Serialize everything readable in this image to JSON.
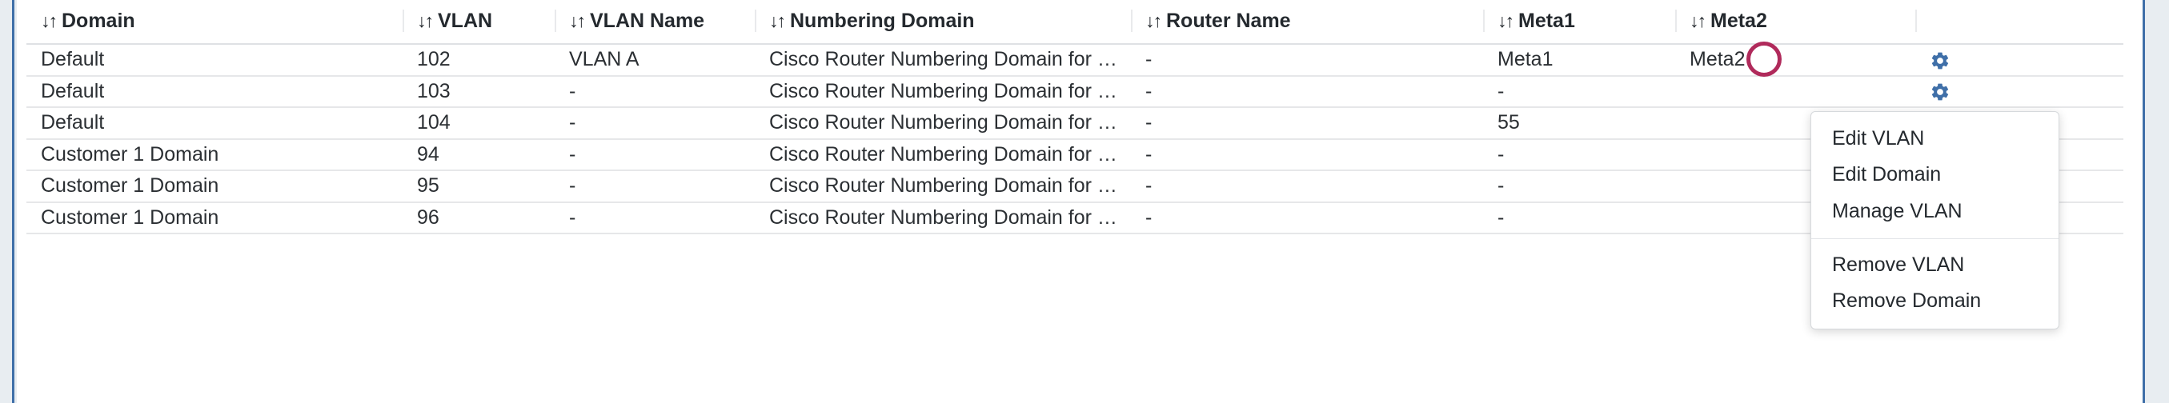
{
  "table": {
    "columns": [
      {
        "key": "domain",
        "label": "Domain",
        "sort_icon": "sort-updown-icon",
        "sortable": true
      },
      {
        "key": "vlan",
        "label": "VLAN",
        "sort_icon": "sort-updown-icon",
        "sortable": true
      },
      {
        "key": "vlan_name",
        "label": "VLAN Name",
        "sort_icon": "sort-updown-icon",
        "sortable": true
      },
      {
        "key": "numbering_domain",
        "label": "Numbering Domain",
        "sort_icon": "sort-updown-icon",
        "sortable": true
      },
      {
        "key": "router_name",
        "label": "Router Name",
        "sort_icon": "sort-updown-icon",
        "sortable": true
      },
      {
        "key": "meta1",
        "label": "Meta1",
        "sort_icon": "sort-updown-icon",
        "sortable": true
      },
      {
        "key": "meta2",
        "label": "Meta2",
        "sort_icon": "sort-updown-icon",
        "sortable": true
      },
      {
        "key": "actions",
        "label": "",
        "sort_icon": "",
        "sortable": false
      }
    ],
    "sort_glyph": "↓↑",
    "rows": [
      {
        "domain": "Default",
        "vlan": "102",
        "vlan_name": "VLAN A",
        "numbering_domain": "Cisco Router Numbering Domain for …",
        "router_name": "-",
        "meta1": "Meta1",
        "meta2": "Meta2",
        "action_icon": "gear-icon"
      },
      {
        "domain": "Default",
        "vlan": "103",
        "vlan_name": "-",
        "numbering_domain": "Cisco Router Numbering Domain for …",
        "router_name": "-",
        "meta1": "-",
        "meta2": "",
        "action_icon": "gear-icon"
      },
      {
        "domain": "Default",
        "vlan": "104",
        "vlan_name": "-",
        "numbering_domain": "Cisco Router Numbering Domain for …",
        "router_name": "-",
        "meta1": "55",
        "meta2": "",
        "action_icon": "gear-icon"
      },
      {
        "domain": "Customer 1 Domain",
        "vlan": "94",
        "vlan_name": "-",
        "numbering_domain": "Cisco Router Numbering Domain for …",
        "router_name": "-",
        "meta1": "-",
        "meta2": "",
        "action_icon": "gear-icon"
      },
      {
        "domain": "Customer 1 Domain",
        "vlan": "95",
        "vlan_name": "-",
        "numbering_domain": "Cisco Router Numbering Domain for …",
        "router_name": "-",
        "meta1": "-",
        "meta2": "",
        "action_icon": "gear-icon"
      },
      {
        "domain": "Customer 1 Domain",
        "vlan": "96",
        "vlan_name": "-",
        "numbering_domain": "Cisco Router Numbering Domain for …",
        "router_name": "-",
        "meta1": "-",
        "meta2": "",
        "action_icon": "gear-icon"
      }
    ]
  },
  "context_menu": {
    "groups": [
      {
        "items": [
          {
            "label": "Edit VLAN"
          },
          {
            "label": "Edit Domain"
          },
          {
            "label": "Manage VLAN"
          }
        ]
      },
      {
        "items": [
          {
            "label": "Remove VLAN"
          },
          {
            "label": "Remove Domain"
          }
        ]
      }
    ]
  },
  "annotation": {
    "shape": "circle-highlight",
    "color": "#b02a5b"
  },
  "colors": {
    "page_background": "#e8edf1",
    "content_background": "#ffffff",
    "content_border": "#3f6fa8",
    "gear_icon": "#3f6fa8",
    "header_text": "#24292e",
    "cell_text": "#2b2f33",
    "row_divider": "#e6e7e9",
    "annotation_ring": "#b02a5b"
  }
}
